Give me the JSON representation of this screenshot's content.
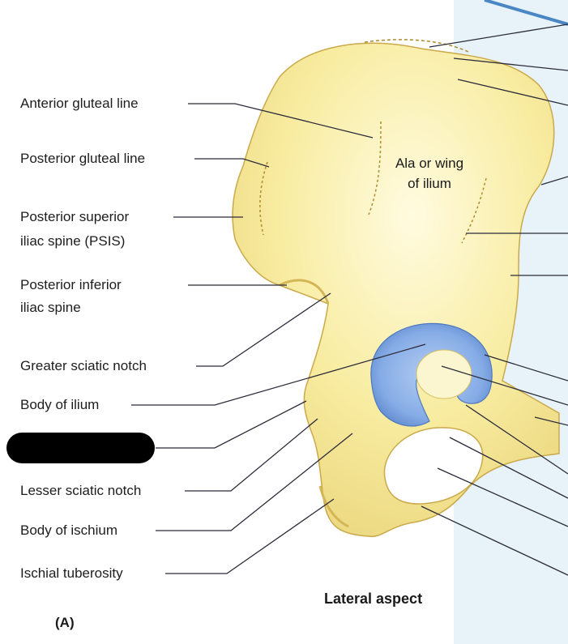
{
  "labels": {
    "anterior_gluteal_line": "Anterior gluteal line",
    "posterior_gluteal_line": "Posterior gluteal line",
    "psis_line1": "Posterior superior",
    "psis_line2": "iliac spine  (PSIS)",
    "piis_line1": "Posterior inferior",
    "piis_line2": "iliac spine",
    "greater_sciatic_notch": "Greater sciatic notch",
    "body_of_ilium": "Body of ilium",
    "lesser_sciatic_notch": "Lesser sciatic notch",
    "body_of_ischium": "Body of ischium",
    "ischial_tuberosity": "Ischial tuberosity"
  },
  "inner_label": {
    "line1": "Ala or wing",
    "line2": "of ilium"
  },
  "captions": {
    "view": "Lateral aspect",
    "panel": "(A)"
  },
  "colors": {
    "bone": "#f8eca0",
    "bone_highlight": "#fdf9d6",
    "bone_shadow": "#e3c96a",
    "acetabulum": "#86ace6",
    "acetabulum_dark": "#5a86cc",
    "leader_line": "#2b2b3a",
    "background_blue": "#e4f1f8"
  }
}
